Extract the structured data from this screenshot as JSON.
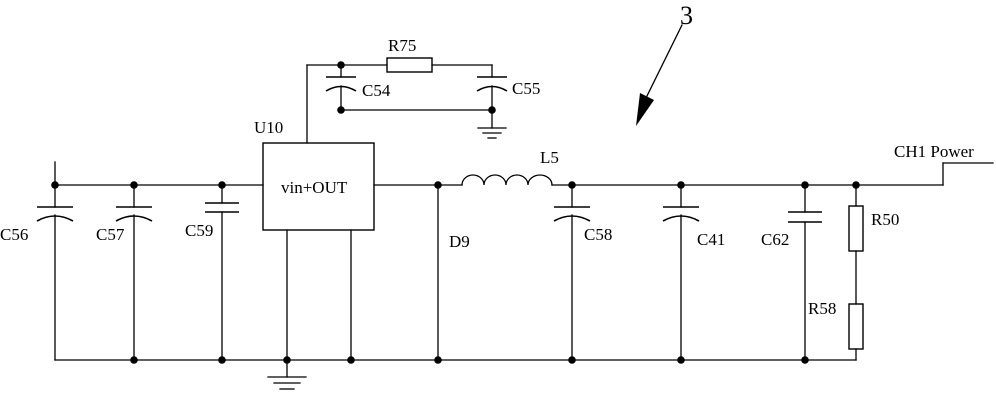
{
  "annotation": {
    "callout": "3"
  },
  "ic": {
    "ref": "U10",
    "text": "vin+OUT"
  },
  "labels": {
    "C56": "C56",
    "C57": "C57",
    "C59": "C59",
    "C54": "C54",
    "C55": "C55",
    "R75": "R75",
    "L5": "L5",
    "D9": "D9",
    "C58": "C58",
    "C41": "C41",
    "C62": "C62",
    "R50": "R50",
    "R58": "R58"
  },
  "output": {
    "label": "CH1 Power"
  }
}
